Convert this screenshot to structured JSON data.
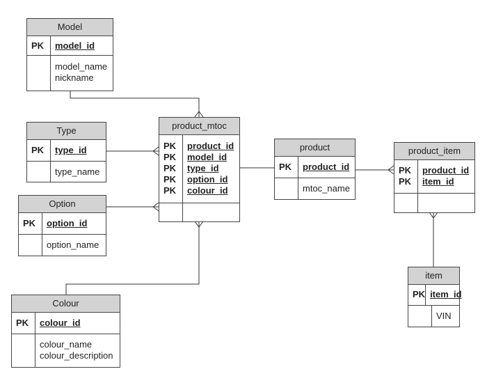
{
  "entities": {
    "model": {
      "title": "Model",
      "keys": [
        "PK"
      ],
      "pk": [
        "model_id"
      ],
      "attrs": [
        "model_name",
        "nickname"
      ]
    },
    "type": {
      "title": "Type",
      "keys": [
        "PK"
      ],
      "pk": [
        "type_id"
      ],
      "attrs": [
        "type_name"
      ]
    },
    "option": {
      "title": "Option",
      "keys": [
        "PK"
      ],
      "pk": [
        "option_id"
      ],
      "attrs": [
        "option_name"
      ]
    },
    "colour": {
      "title": "Colour",
      "keys": [
        "PK"
      ],
      "pk": [
        "colour_id"
      ],
      "attrs": [
        "colour_name",
        "colour_description"
      ]
    },
    "product_mtoc": {
      "title": "product_mtoc",
      "keys": [
        "PK",
        "PK",
        "PK",
        "PK",
        "PK"
      ],
      "pk": [
        "product_id",
        "model_id",
        "type_id",
        "option_id",
        "colour_id"
      ],
      "attrs": []
    },
    "product": {
      "title": "product",
      "keys": [
        "PK"
      ],
      "pk": [
        "product_id"
      ],
      "attrs": [
        "mtoc_name"
      ]
    },
    "product_item": {
      "title": "product_item",
      "keys": [
        "PK",
        "PK"
      ],
      "pk": [
        "product_id",
        "item_id"
      ],
      "attrs": []
    },
    "item": {
      "title": "item",
      "keys": [
        "PK"
      ],
      "pk": [
        "item_id"
      ],
      "attrs": [
        "VIN"
      ]
    }
  }
}
